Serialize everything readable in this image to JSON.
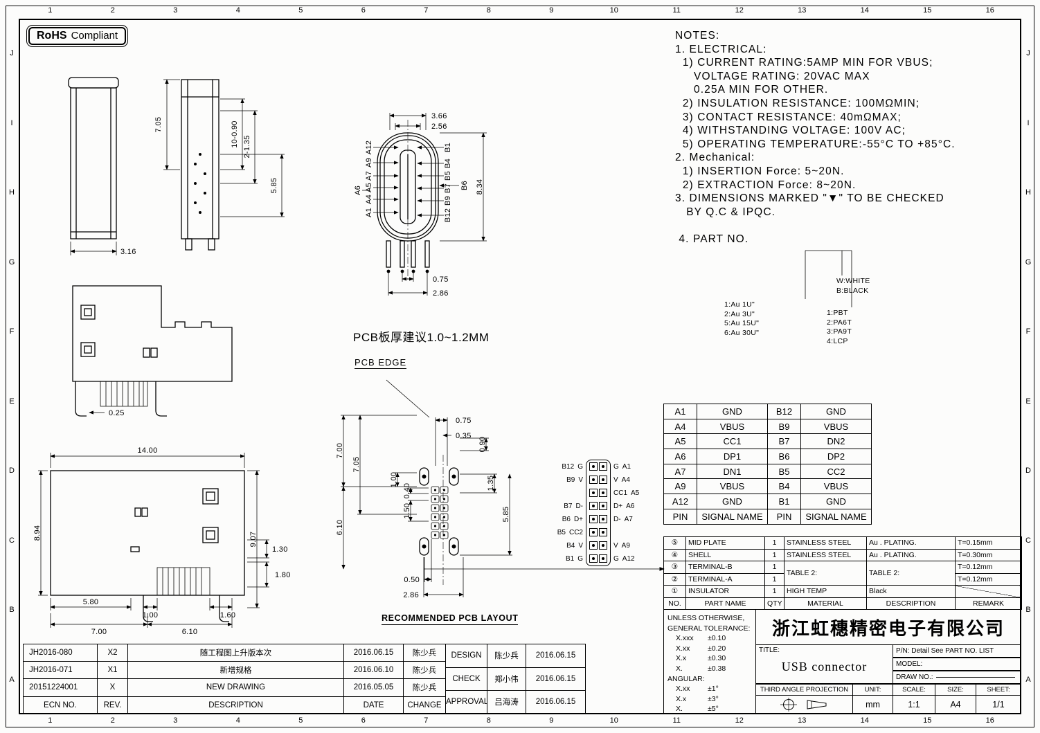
{
  "frame": {
    "cols": [
      "1",
      "2",
      "3",
      "4",
      "5",
      "6",
      "7",
      "8",
      "9",
      "10",
      "11",
      "12",
      "13",
      "14",
      "15",
      "16"
    ],
    "rows": [
      "J",
      "I",
      "H",
      "G",
      "F",
      "E",
      "D",
      "C",
      "B",
      "A"
    ]
  },
  "badge": {
    "bold": "RoHS",
    "rest": "Compliant"
  },
  "notes": {
    "title": "NOTES:",
    "lines": [
      "1. ELECTRICAL:",
      "  1) CURRENT RATING:5AMP MIN FOR VBUS;",
      "     VOLTAGE RATING: 20VAC MAX",
      "     0.25A MIN FOR OTHER.",
      "  2) INSULATION RESISTANCE: 100MΩMIN;",
      "  3) CONTACT RESISTANCE: 40mΩMAX;",
      "  4) WITHSTANDING VOLTAGE: 100V AC;",
      "  5) OPERATING TEMPERATURE:-55°C TO +85°C.",
      "2. Mechanical:",
      "  1) INSERTION Force: 5~20N.",
      "  2) EXTRACTION Force: 8~20N.",
      "3. DIMENSIONS MARKED \"▼\" TO BE CHECKED",
      "   BY Q.C & IPQC.",
      "",
      " 4. PART NO."
    ]
  },
  "partno_legend": {
    "colors": [
      "W:WHITE",
      "B:BLACK"
    ],
    "plating": [
      "1:Au 1U\"",
      "2:Au 3U\"",
      "5:Au 15U\"",
      "6:Au 30U\""
    ],
    "materials": [
      "1:PBT",
      "2:PA6T",
      "3:PA9T",
      "4:LCP"
    ]
  },
  "labels": {
    "pcb_note": "PCB板厚建议1.0~1.2MM",
    "pcb_edge": "PCB EDGE",
    "pcb_layout": "RECOMMENDED PCB LAYOUT"
  },
  "dims": {
    "side": {
      "h": "7.05",
      "pins": "10-0.90",
      "slots": "2-1.35",
      "len": "5.85",
      "w": "3.16"
    },
    "front": {
      "w1": "3.66",
      "w2": "2.56",
      "h": "8.34",
      "pitch": "0.75",
      "span": "2.86",
      "a_pins": [
        "A12",
        "A9",
        "A7",
        "A5",
        "A4",
        "A1"
      ],
      "a6": "A6",
      "b_pins": [
        "B1",
        "B4",
        "B5",
        "B7",
        "B9",
        "B12"
      ],
      "b6": "B6"
    },
    "side2": {
      "standoff": "0.25"
    },
    "top": {
      "w": "14.00",
      "h": "8.94",
      "h2": "9.07",
      "d1": "1.30",
      "d2": "1.80",
      "d3": "5.80",
      "d4": "1.00",
      "d5": "1.60",
      "d6": "7.00",
      "d7": "6.10"
    },
    "pcb": {
      "d1": "0.75",
      "d2": "0.35",
      "d3": "7.00",
      "d4": "7.05",
      "d5": "1.00",
      "d6": "0.40",
      "d7": "1.50",
      "d8": "6.10",
      "d9": "0.90",
      "d10": "1.35",
      "d11": "5.85",
      "d12": "0.50",
      "d13": "2.86"
    }
  },
  "pinmap": {
    "rows": [
      {
        "lpin": "B12",
        "lsig": "G",
        "rsig": "G",
        "rpin": "A1"
      },
      {
        "lpin": "B9",
        "lsig": "V",
        "rsig": "V",
        "rpin": "A4"
      },
      {
        "lpin": "",
        "lsig": "",
        "rsig": "CC1",
        "rpin": "A5"
      },
      {
        "lpin": "B7",
        "lsig": "D-",
        "rsig": "D+",
        "rpin": "A6"
      },
      {
        "lpin": "B6",
        "lsig": "D+",
        "rsig": "D-",
        "rpin": "A7"
      },
      {
        "lpin": "B5",
        "lsig": "CC2",
        "rsig": "",
        "rpin": ""
      },
      {
        "lpin": "B4",
        "lsig": "V",
        "rsig": "V",
        "rpin": "A9"
      },
      {
        "lpin": "B1",
        "lsig": "G",
        "rsig": "G",
        "rpin": "A12"
      }
    ]
  },
  "pin_table": {
    "rows": [
      [
        "A1",
        "GND",
        "B12",
        "GND"
      ],
      [
        "A4",
        "VBUS",
        "B9",
        "VBUS"
      ],
      [
        "A5",
        "CC1",
        "B7",
        "DN2"
      ],
      [
        "A6",
        "DP1",
        "B6",
        "DP2"
      ],
      [
        "A7",
        "DN1",
        "B5",
        "CC2"
      ],
      [
        "A9",
        "VBUS",
        "B4",
        "VBUS"
      ],
      [
        "A12",
        "GND",
        "B1",
        "GND"
      ],
      [
        "PIN",
        "SIGNAL NAME",
        "PIN",
        "SIGNAL NAME"
      ]
    ]
  },
  "bom": {
    "rows": [
      {
        "no": "⑤",
        "part": "MID PLATE",
        "qty": "1",
        "material": "STAINLESS STEEL",
        "desc": "Au . PLATING.",
        "remark": "T=0.15mm"
      },
      {
        "no": "④",
        "part": "SHELL",
        "qty": "1",
        "material": "STAINLESS STEEL",
        "desc": "Au . PLATING.",
        "remark": "T=0.30mm"
      },
      {
        "no": "③",
        "part": "TERMINAL-B",
        "qty": "1",
        "material": "TABLE 2:",
        "desc": "TABLE 2:",
        "remark": "T=0.12mm"
      },
      {
        "no": "②",
        "part": "TERMINAL-A",
        "qty": "1",
        "remark": "T=0.12mm"
      },
      {
        "no": "①",
        "part": "INSULATOR",
        "qty": "1",
        "material": "HIGH TEMP",
        "desc": "Black",
        "remark": ""
      }
    ],
    "header": {
      "no": "NO.",
      "part": "PART NAME",
      "qty": "QTY",
      "material": "MATERIAL",
      "desc": "DESCRIPTION",
      "remark": "REMARK"
    }
  },
  "tolerance": {
    "l1": "UNLESS OTHERWISE,",
    "l2": "GENERAL TOLERANCE:",
    "linear": [
      [
        "X.xxx",
        "±0.10"
      ],
      [
        "X.xx",
        "±0.20"
      ],
      [
        "X.x",
        "±0.30"
      ],
      [
        "X.",
        "±0.38"
      ]
    ],
    "angular_label": "ANGULAR:",
    "angular": [
      [
        "X.xx",
        "±1°"
      ],
      [
        "X.x",
        "±3°"
      ],
      [
        "X.",
        "±5°"
      ]
    ]
  },
  "titleblock": {
    "company": "浙江虹穗精密电子有限公司",
    "title_label": "TITLE:",
    "title": "USB connector",
    "pn": "P/N: Detail See PART NO. LIST",
    "model_label": "MODEL:",
    "drawno_label": "DRAW NO.:",
    "projection_label": "THIRD ANGLE PROJECTION",
    "unit_label": "UNIT:",
    "unit": "mm",
    "scale_label": "SCALE:",
    "scale": "1:1",
    "size_label": "SIZE:",
    "size": "A4",
    "sheet_label": "SHEET:",
    "sheet": "1/1"
  },
  "revisions": {
    "header": {
      "ecn": "ECN NO.",
      "rev": "REV.",
      "desc": "DESCRIPTION",
      "date": "DATE",
      "by": "CHANGE"
    },
    "rows": [
      {
        "ecn": "JH2016-080",
        "rev": "X2",
        "desc": "随工程图上升版本次",
        "date": "2016.06.15",
        "by": "陈少兵"
      },
      {
        "ecn": "JH2016-071",
        "rev": "X1",
        "desc": "新增规格",
        "date": "2016.06.10",
        "by": "陈少兵"
      },
      {
        "ecn": "20151224001",
        "rev": "X",
        "desc": "NEW DRAWING",
        "date": "2016.05.05",
        "by": "陈少兵"
      }
    ]
  },
  "approvals": {
    "rows": [
      {
        "role": "DESIGN",
        "name": "陈少兵",
        "date": "2016.06.15"
      },
      {
        "role": "CHECK",
        "name": "郑小伟",
        "date": "2016.06.15"
      },
      {
        "role": "APPROVAL",
        "name": "吕海涛",
        "date": "2016.06.15"
      }
    ]
  }
}
